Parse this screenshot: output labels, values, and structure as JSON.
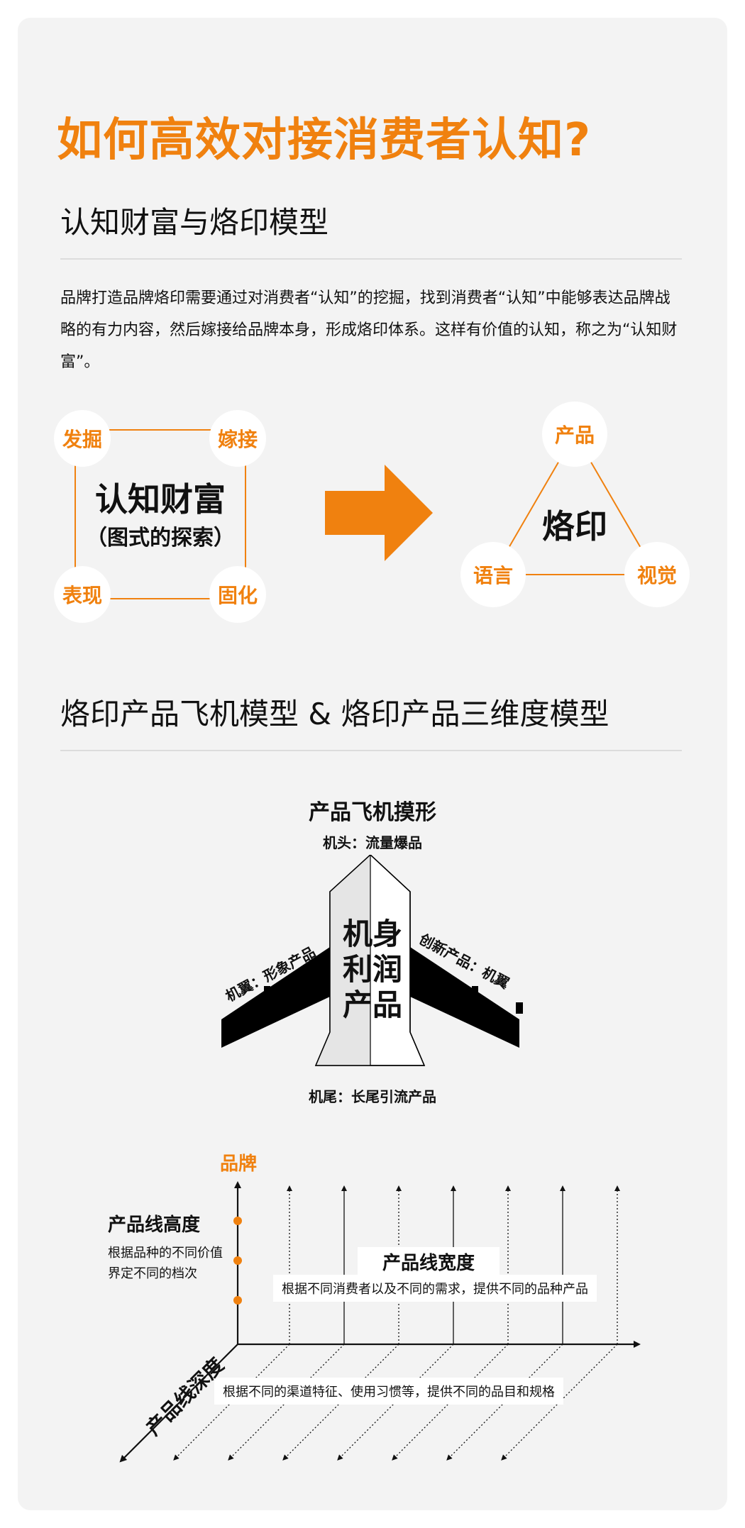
{
  "header": {
    "title": "如何高效对接消费者认知?"
  },
  "section1": {
    "heading": "认知财富与烙印模型",
    "paragraph": "品牌打造品牌烙印需要通过对消费者“认知”的挖掘，找到消费者“认知”中能够表达品牌战略的有力内容，然后嫁接给品牌本身，形成烙印体系。这样有价值的认知，称之为“认知财富”。",
    "wealth_box": {
      "main": "认知财富",
      "sub": "（图式的探索）",
      "corners": [
        "发掘",
        "嫁接",
        "表现",
        "固化"
      ]
    },
    "brand_triangle": {
      "center": "烙印",
      "nodes": [
        "产品",
        "语言",
        "视觉"
      ]
    },
    "colors": {
      "accent": "#f0810f"
    }
  },
  "section2": {
    "heading": "烙印产品飞机模型 & 烙印产品三维度模型",
    "plane": {
      "title": "产品飞机摸形",
      "head": "机头：流量爆品",
      "body": [
        "机身",
        "利润",
        "产品"
      ],
      "left_wing": "机翼：形象产品",
      "right_wing": "创新产品：机翼",
      "tail": "机尾：长尾引流产品"
    },
    "dimensions": {
      "axis_brand": "品牌",
      "height_title": "产品线高度",
      "height_desc": [
        "根据品种的不同价值",
        "界定不同的档次"
      ],
      "width_title": "产品线宽度",
      "width_desc": "根据不同消费者以及不同的需求，提供不同的品种产品",
      "depth_title": "产品线深度",
      "depth_desc": "根据不同的渠道特征、使用习惯等，提供不同的品目和规格"
    }
  }
}
